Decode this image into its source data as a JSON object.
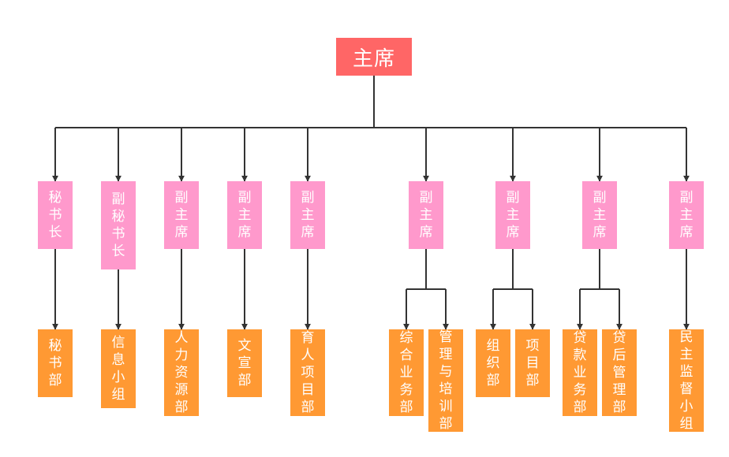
{
  "root": {
    "label": "主席"
  },
  "branches": [
    {
      "label": "秘书长",
      "children": [
        "秘书部"
      ]
    },
    {
      "label": "副秘书长",
      "children": [
        "信息小组"
      ]
    },
    {
      "label": "副主席",
      "children": [
        "人力资源部"
      ]
    },
    {
      "label": "副主席",
      "children": [
        "文宣部"
      ]
    },
    {
      "label": "副主席",
      "children": [
        "育人项目部"
      ]
    },
    {
      "label": "副主席",
      "children": [
        "综合业务部",
        "管理与培训部"
      ]
    },
    {
      "label": "副主席",
      "children": [
        "组织部",
        "项目部"
      ]
    },
    {
      "label": "副主席",
      "children": [
        "贷款业务部",
        "贷后管理部"
      ]
    },
    {
      "label": "副主席",
      "children": [
        "民主监督小组"
      ]
    }
  ]
}
